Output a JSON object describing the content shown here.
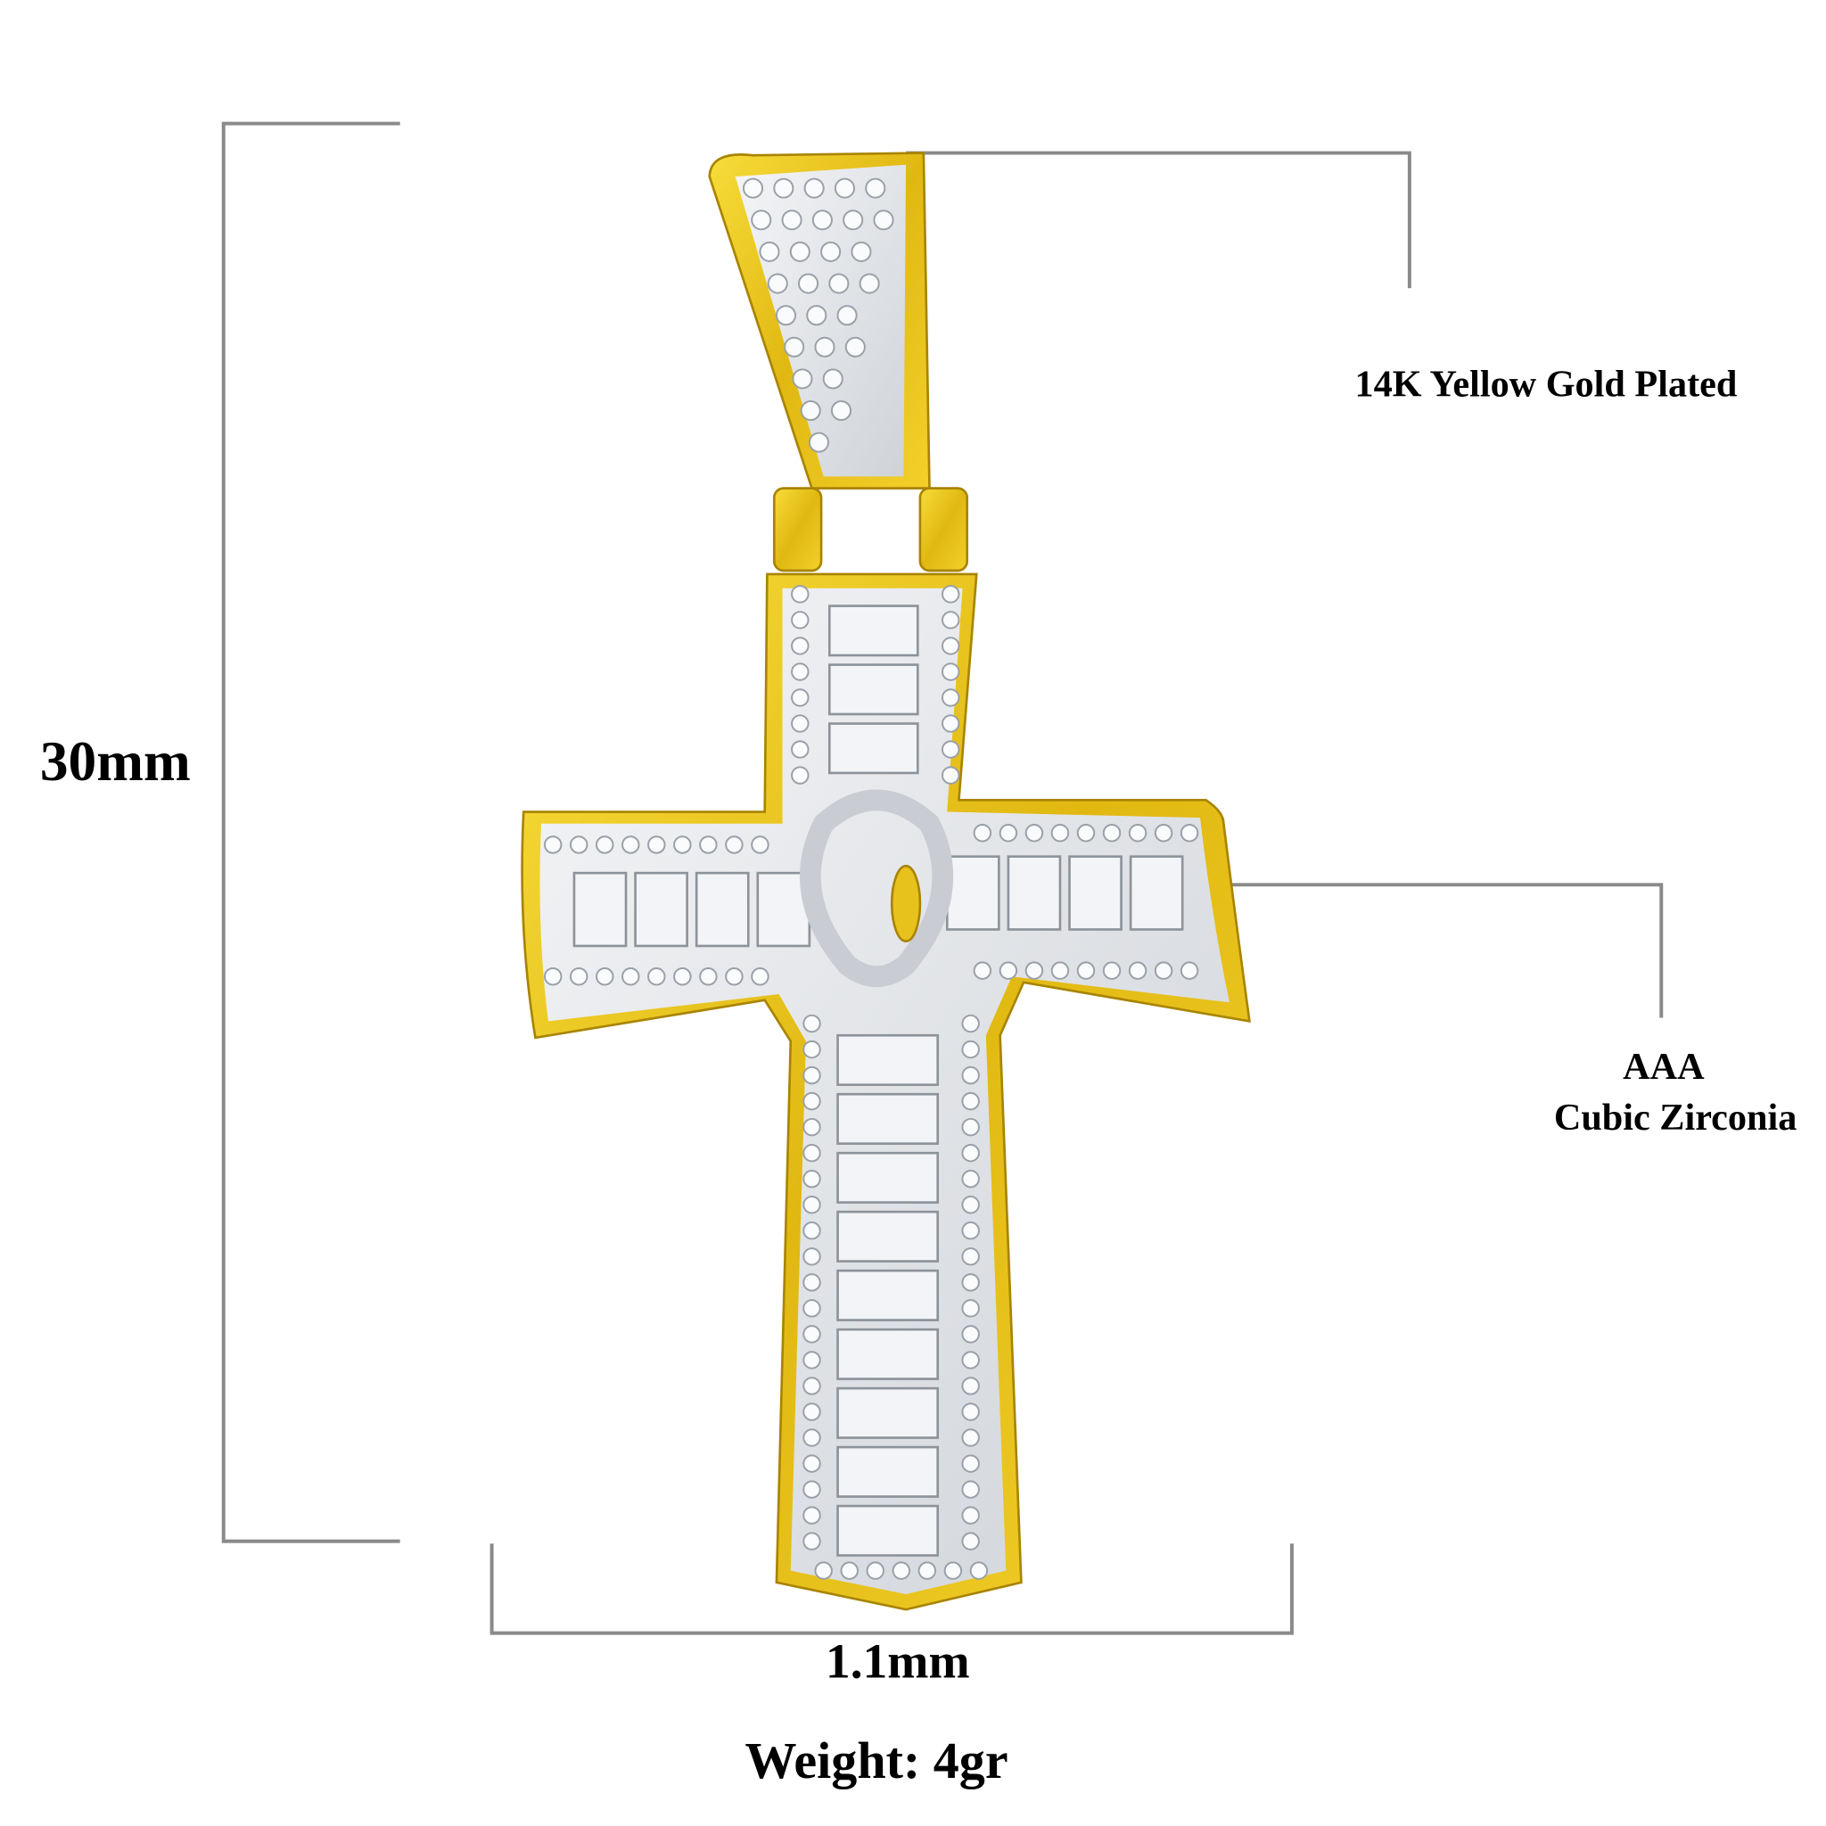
{
  "dimensions": {
    "height_label": "30mm",
    "width_label": "1.1mm",
    "weight_label": "Weight: 4gr"
  },
  "callouts": {
    "metal": "14K Yellow Gold Plated",
    "stone_line1": "AAA",
    "stone_line2": "Cubic Zirconia"
  },
  "colors": {
    "gold": "#e8c21c",
    "gold_dark": "#b8900a",
    "silver": "#e6e8ec",
    "leader_line": "#8a8a8a"
  }
}
